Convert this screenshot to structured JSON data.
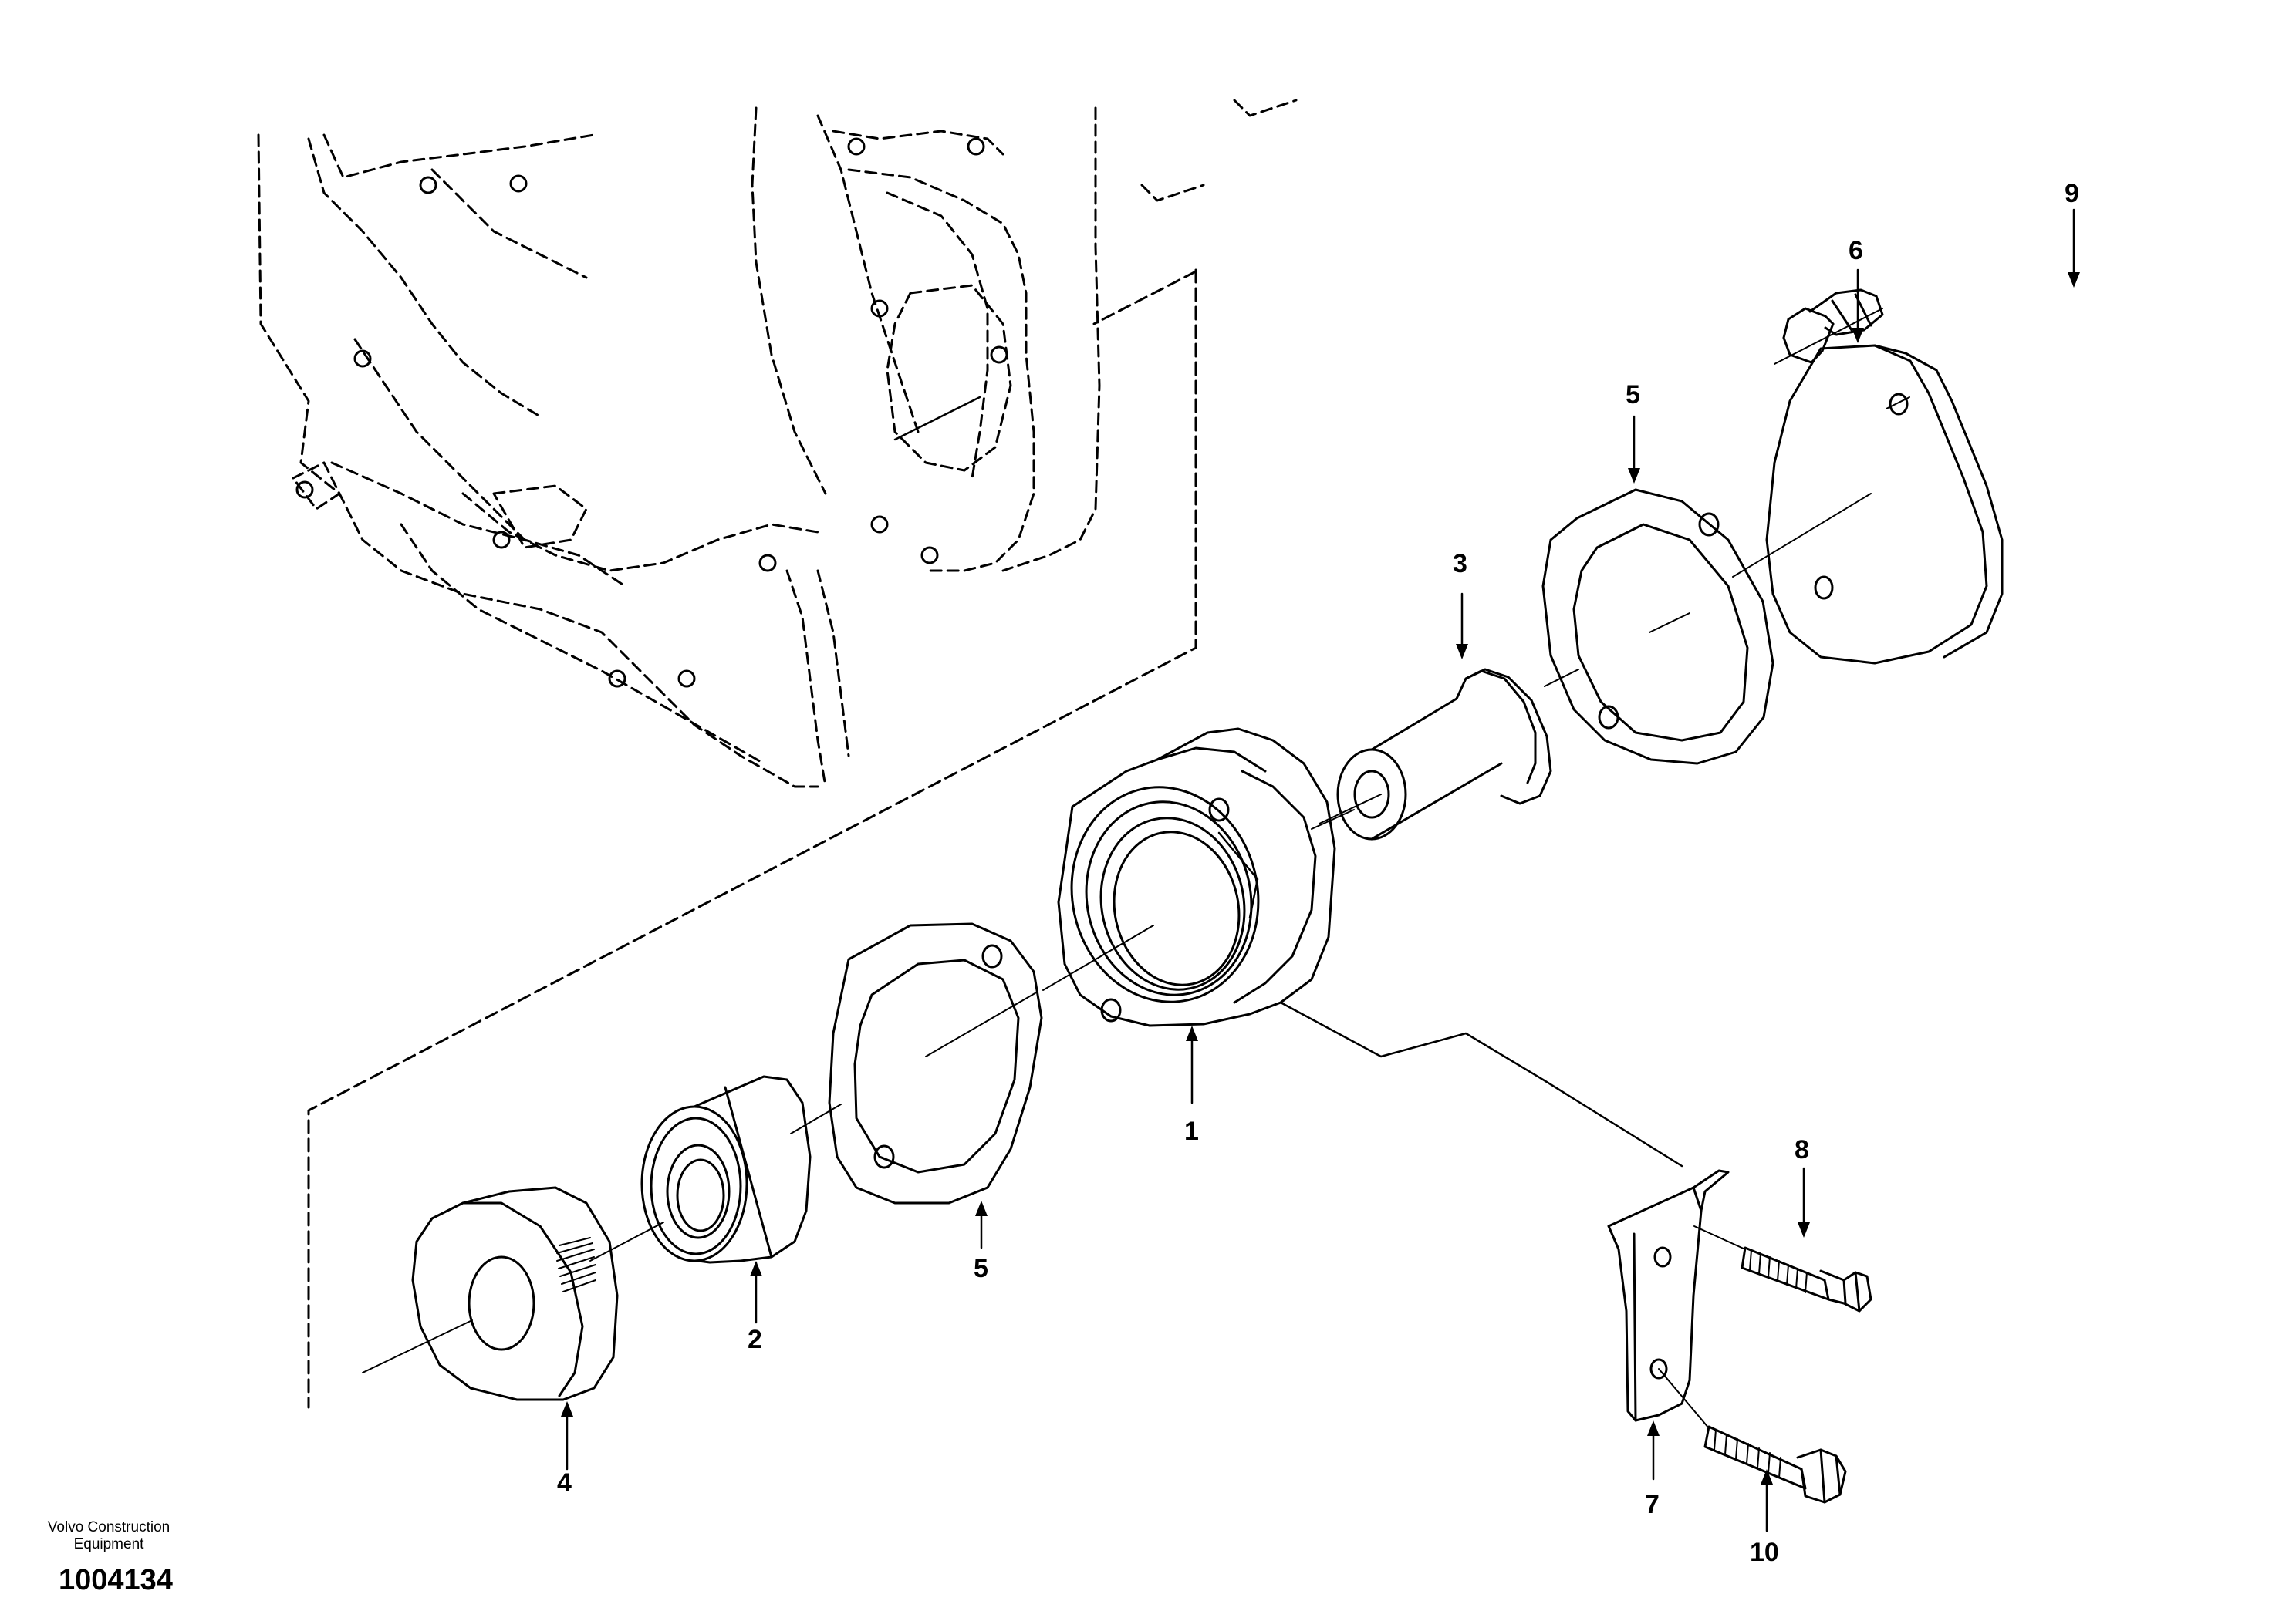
{
  "callouts": {
    "part_1": "1",
    "part_2": "2",
    "part_3": "3",
    "part_4": "4",
    "part_5_upper": "5",
    "part_5_lower": "5",
    "part_6": "6",
    "part_7": "7",
    "part_8": "8",
    "part_9": "9",
    "part_10": "10"
  },
  "footer": {
    "company_line1": "Volvo Construction",
    "company_line2": "Equipment",
    "document_number": "1004134"
  }
}
